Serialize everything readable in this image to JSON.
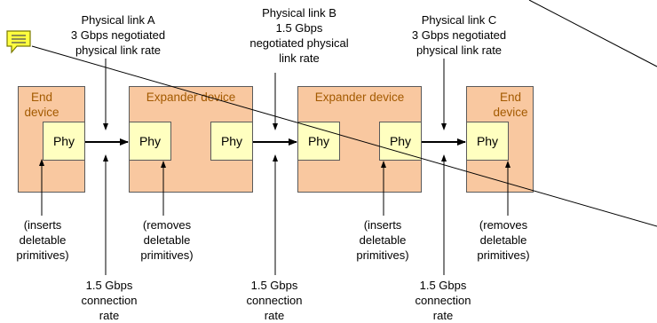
{
  "links": {
    "a": {
      "title": "Physical link A",
      "line2": "3 Gbps negotiated",
      "line3": "physical link rate"
    },
    "b": {
      "title": "Physical link B",
      "line2": "1.5 Gbps",
      "line3": "negotiated physical",
      "line4": "link rate"
    },
    "c": {
      "title": "Physical link C",
      "line2": "3 Gbps negotiated",
      "line3": "physical link rate"
    }
  },
  "devices": {
    "end_left": {
      "line1": "End",
      "line2": "device"
    },
    "expander_1": "Expander device",
    "expander_2": "Expander device",
    "end_right": {
      "line1": "End",
      "line2": "device"
    }
  },
  "phy_label": "Phy",
  "notes": {
    "inserts": {
      "line1": "(inserts",
      "line2": "deletable",
      "line3": "primitives)"
    },
    "removes": {
      "line1": "(removes",
      "line2": "deletable",
      "line3": "primitives)"
    }
  },
  "connection": {
    "line1": "1.5 Gbps",
    "line2": "connection",
    "line3": "rate"
  },
  "colors": {
    "device_fill": "#f9c8a0",
    "phy_fill": "#ffffc0",
    "device_label": "#a35a00",
    "note_icon": "#ffff40"
  },
  "icons": {
    "comment": "comment-note-icon"
  }
}
